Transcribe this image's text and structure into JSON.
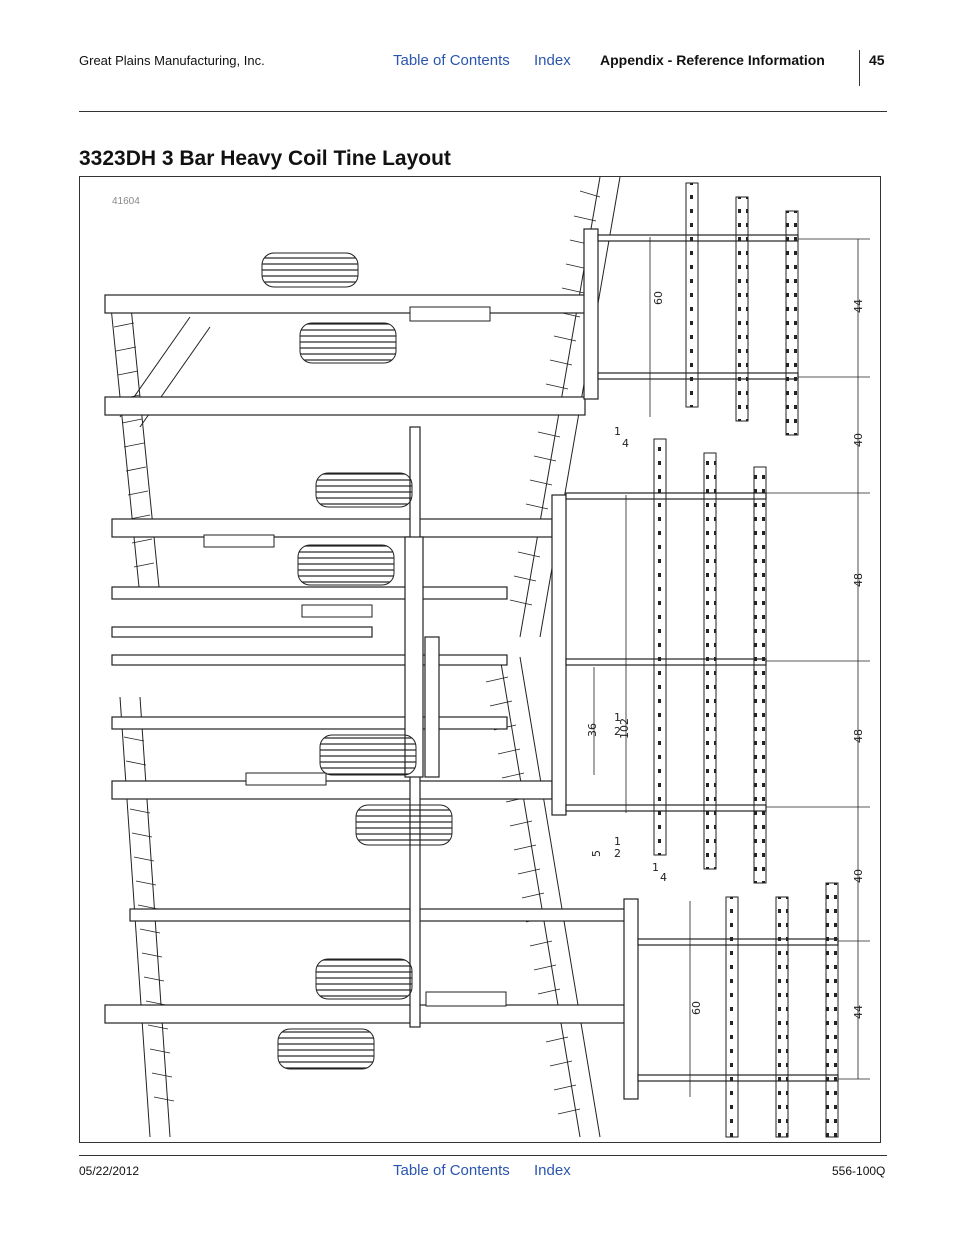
{
  "header": {
    "company": "Great Plains Manufacturing, Inc.",
    "toc_link": "Table of Contents",
    "index_link": "Index",
    "section": "Appendix - Reference Information",
    "page_number": "45"
  },
  "title": "3323DH 3 Bar Heavy Coil Tine Layout",
  "figure": {
    "figure_number": "41604",
    "dimensions": {
      "d60_top": "60",
      "d44_top": "44",
      "d1_4_top_a": "1",
      "d1_4_top_b": "4",
      "d40_top": "40",
      "d48_upper": "48",
      "d48_lower": "48",
      "d36_a": "36",
      "d36_b": "1",
      "d36_c": "2",
      "d102": "102",
      "d5_a": "5",
      "d5_b": "1",
      "d5_c": "2",
      "d1_4_bot_a": "1",
      "d1_4_bot_b": "4",
      "d40_bot": "40",
      "d60_bot": "60",
      "d44_bot": "44"
    }
  },
  "footer": {
    "date": "05/22/2012",
    "toc_link": "Table of Contents",
    "index_link": "Index",
    "doc_number": "556-100Q"
  }
}
